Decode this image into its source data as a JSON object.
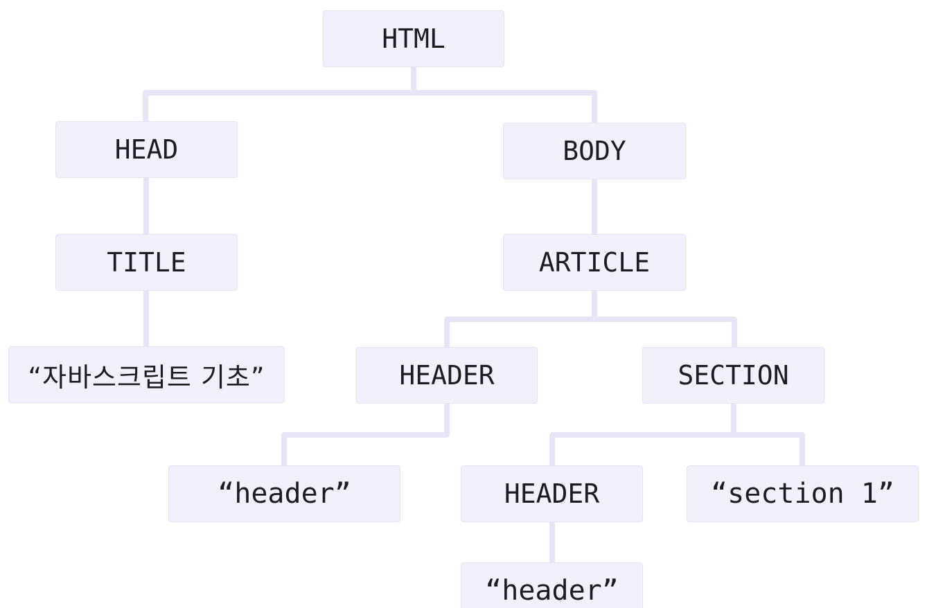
{
  "tree": {
    "nodes": {
      "html": "HTML",
      "head": "HEAD",
      "body": "BODY",
      "title": "TITLE",
      "article": "ARTICLE",
      "title_text": "“자바스크립트 기초”",
      "header": "HEADER",
      "section": "SECTION",
      "header_text": "“header”",
      "header2": "HEADER",
      "section_text": "“section 1”",
      "header2_text": "“header”"
    }
  },
  "colors": {
    "node_fill": "#f1f0fb",
    "connector": "#e8e6f6",
    "text": "#1c1c22"
  }
}
